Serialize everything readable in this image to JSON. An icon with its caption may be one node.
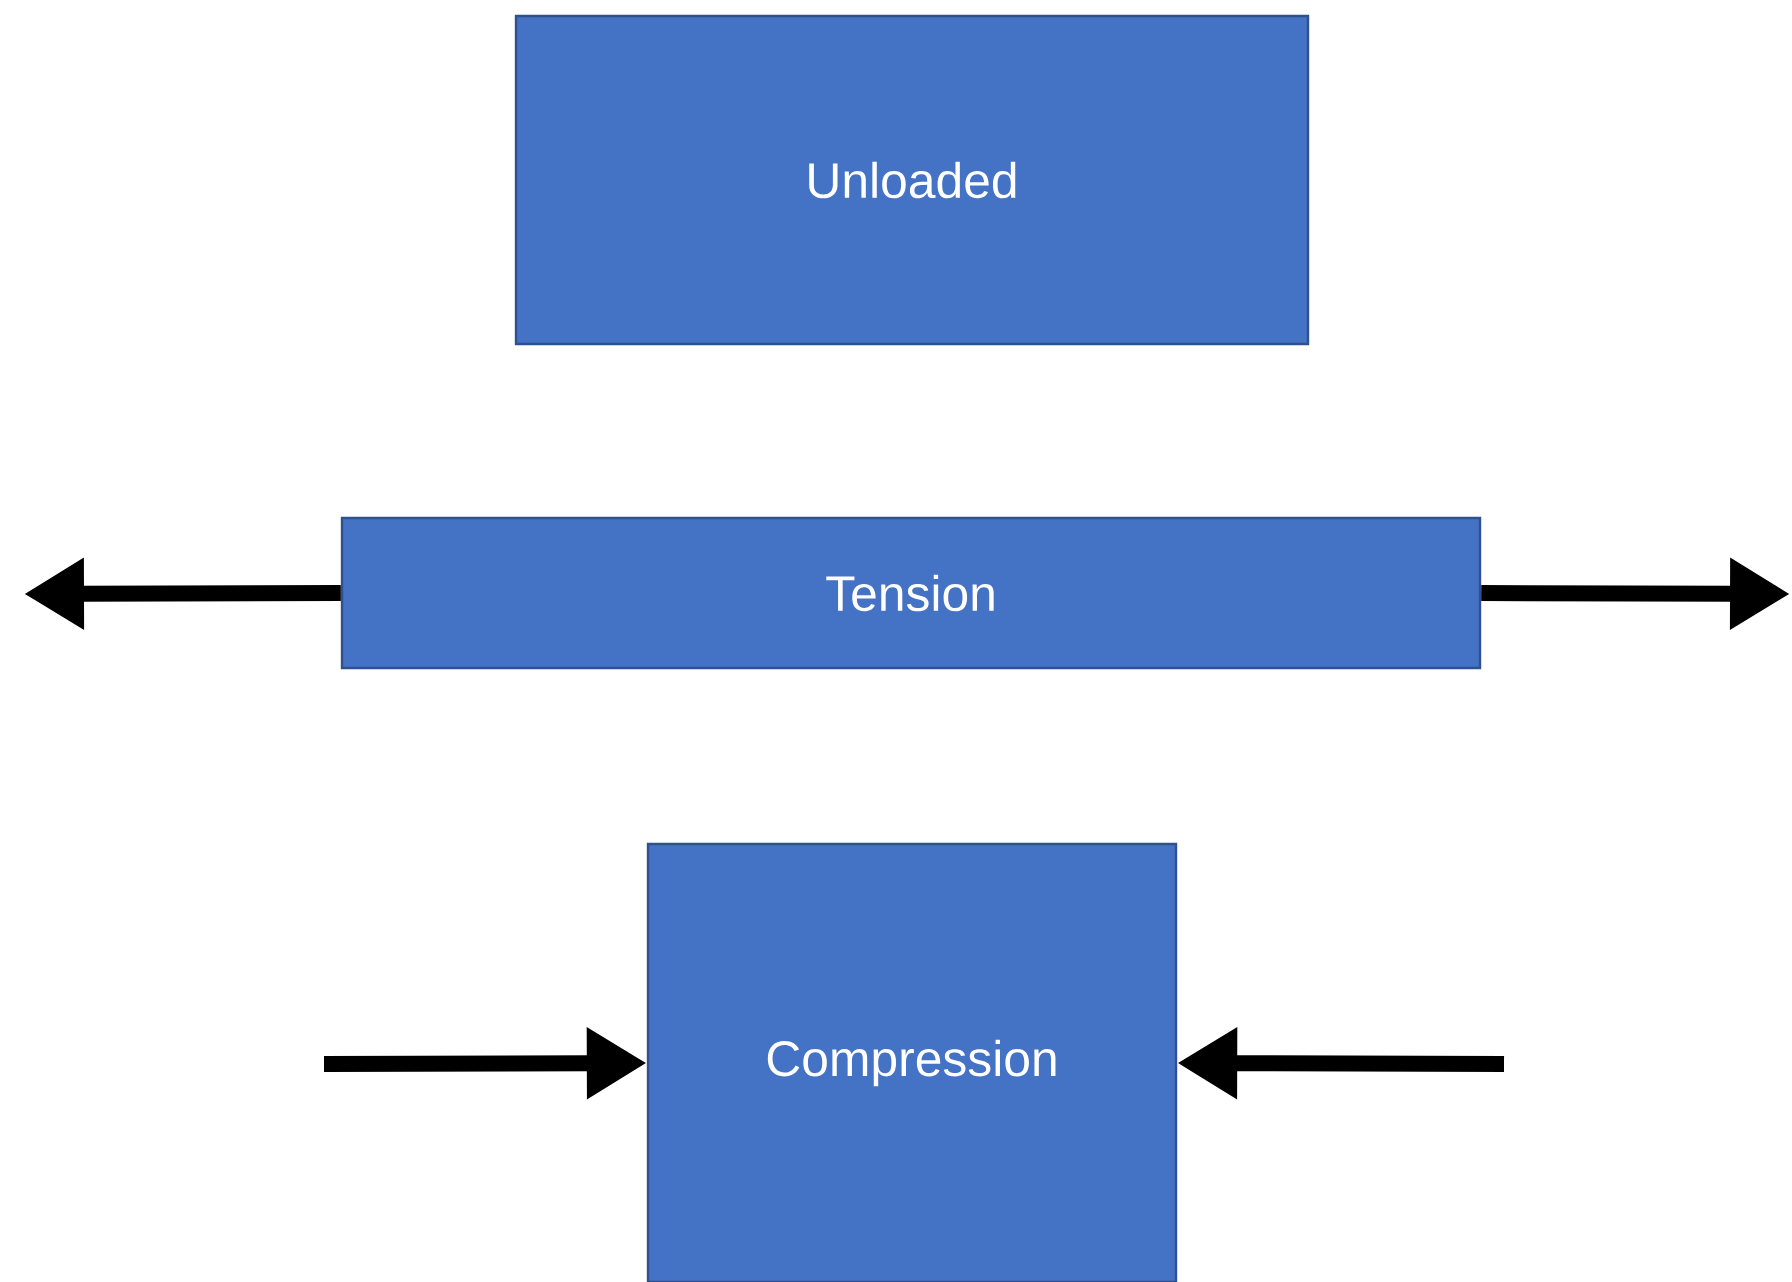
{
  "diagram": {
    "nodes": [
      {
        "text": [
          "Unloaded"
        ]
      },
      {
        "text": [
          "Tension"
        ]
      },
      {
        "text": [
          "Compression"
        ]
      }
    ],
    "edges": [
      {
        "from": 1,
        "to": null,
        "arrow": "to"
      },
      {
        "from": 1,
        "to": null,
        "arrow": "to"
      },
      {
        "from": null,
        "to": 2,
        "arrow": "to"
      },
      {
        "from": null,
        "to": 2,
        "arrow": "to"
      }
    ]
  }
}
